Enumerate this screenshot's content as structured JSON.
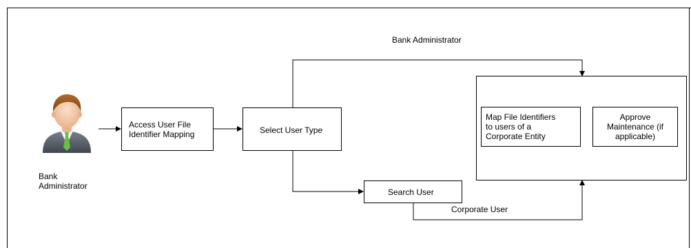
{
  "diagram": {
    "actor": {
      "icon": "user-avatar-icon",
      "label": "Bank\nAdministrator"
    },
    "steps": {
      "access_mapping": "Access User File\nIdentifier Mapping",
      "select_user_type": "Select User Type",
      "search_user": "Search User",
      "map_file_identifiers": "Map File Identifiers\nto users of a\nCorporate  Entity",
      "approve_maintenance": "Approve\nMaintenance (if\napplicable)"
    },
    "edge_labels": {
      "bank_administrator": "Bank Administrator",
      "corporate_user": "Corporate  User"
    },
    "colors": {
      "line": "#000000",
      "box_border": "#000000",
      "background": "#ffffff",
      "avatar_skin": "#f2c9a6",
      "avatar_hair": "#9a5a22",
      "avatar_suit": "#5f6670",
      "avatar_tie": "#6bbd45"
    }
  }
}
